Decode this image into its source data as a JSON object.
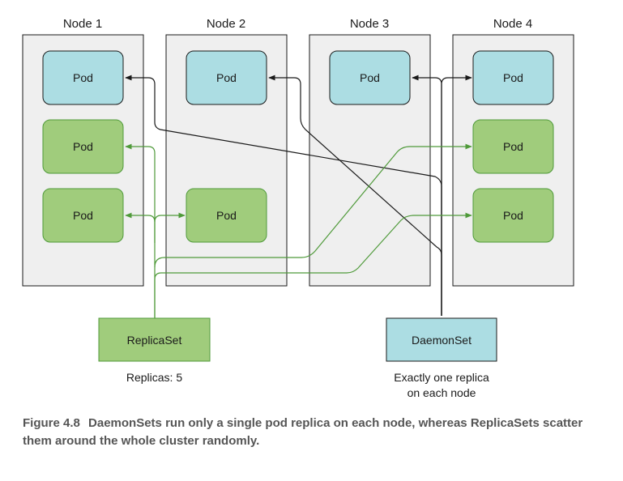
{
  "nodes": [
    {
      "label": "Node 1"
    },
    {
      "label": "Node 2"
    },
    {
      "label": "Node 3"
    },
    {
      "label": "Node 4"
    }
  ],
  "pod_label": "Pod",
  "replicaset": {
    "label": "ReplicaSet",
    "note": "Replicas: 5"
  },
  "daemonset": {
    "label": "DaemonSet",
    "note_line1": "Exactly one replica",
    "note_line2": "on each node"
  },
  "caption": {
    "figure": "Figure 4.8",
    "text": "DaemonSets run only a single pod replica on each node, whereas ReplicaSets scatter them around the whole cluster randomly."
  },
  "colors": {
    "daemon_pod_fill": "#acdde3",
    "replica_pod_fill": "#a0cc7c",
    "node_fill": "#efefef",
    "daemon_line": "#1a1a1a",
    "replica_line": "#4f9a3a"
  }
}
